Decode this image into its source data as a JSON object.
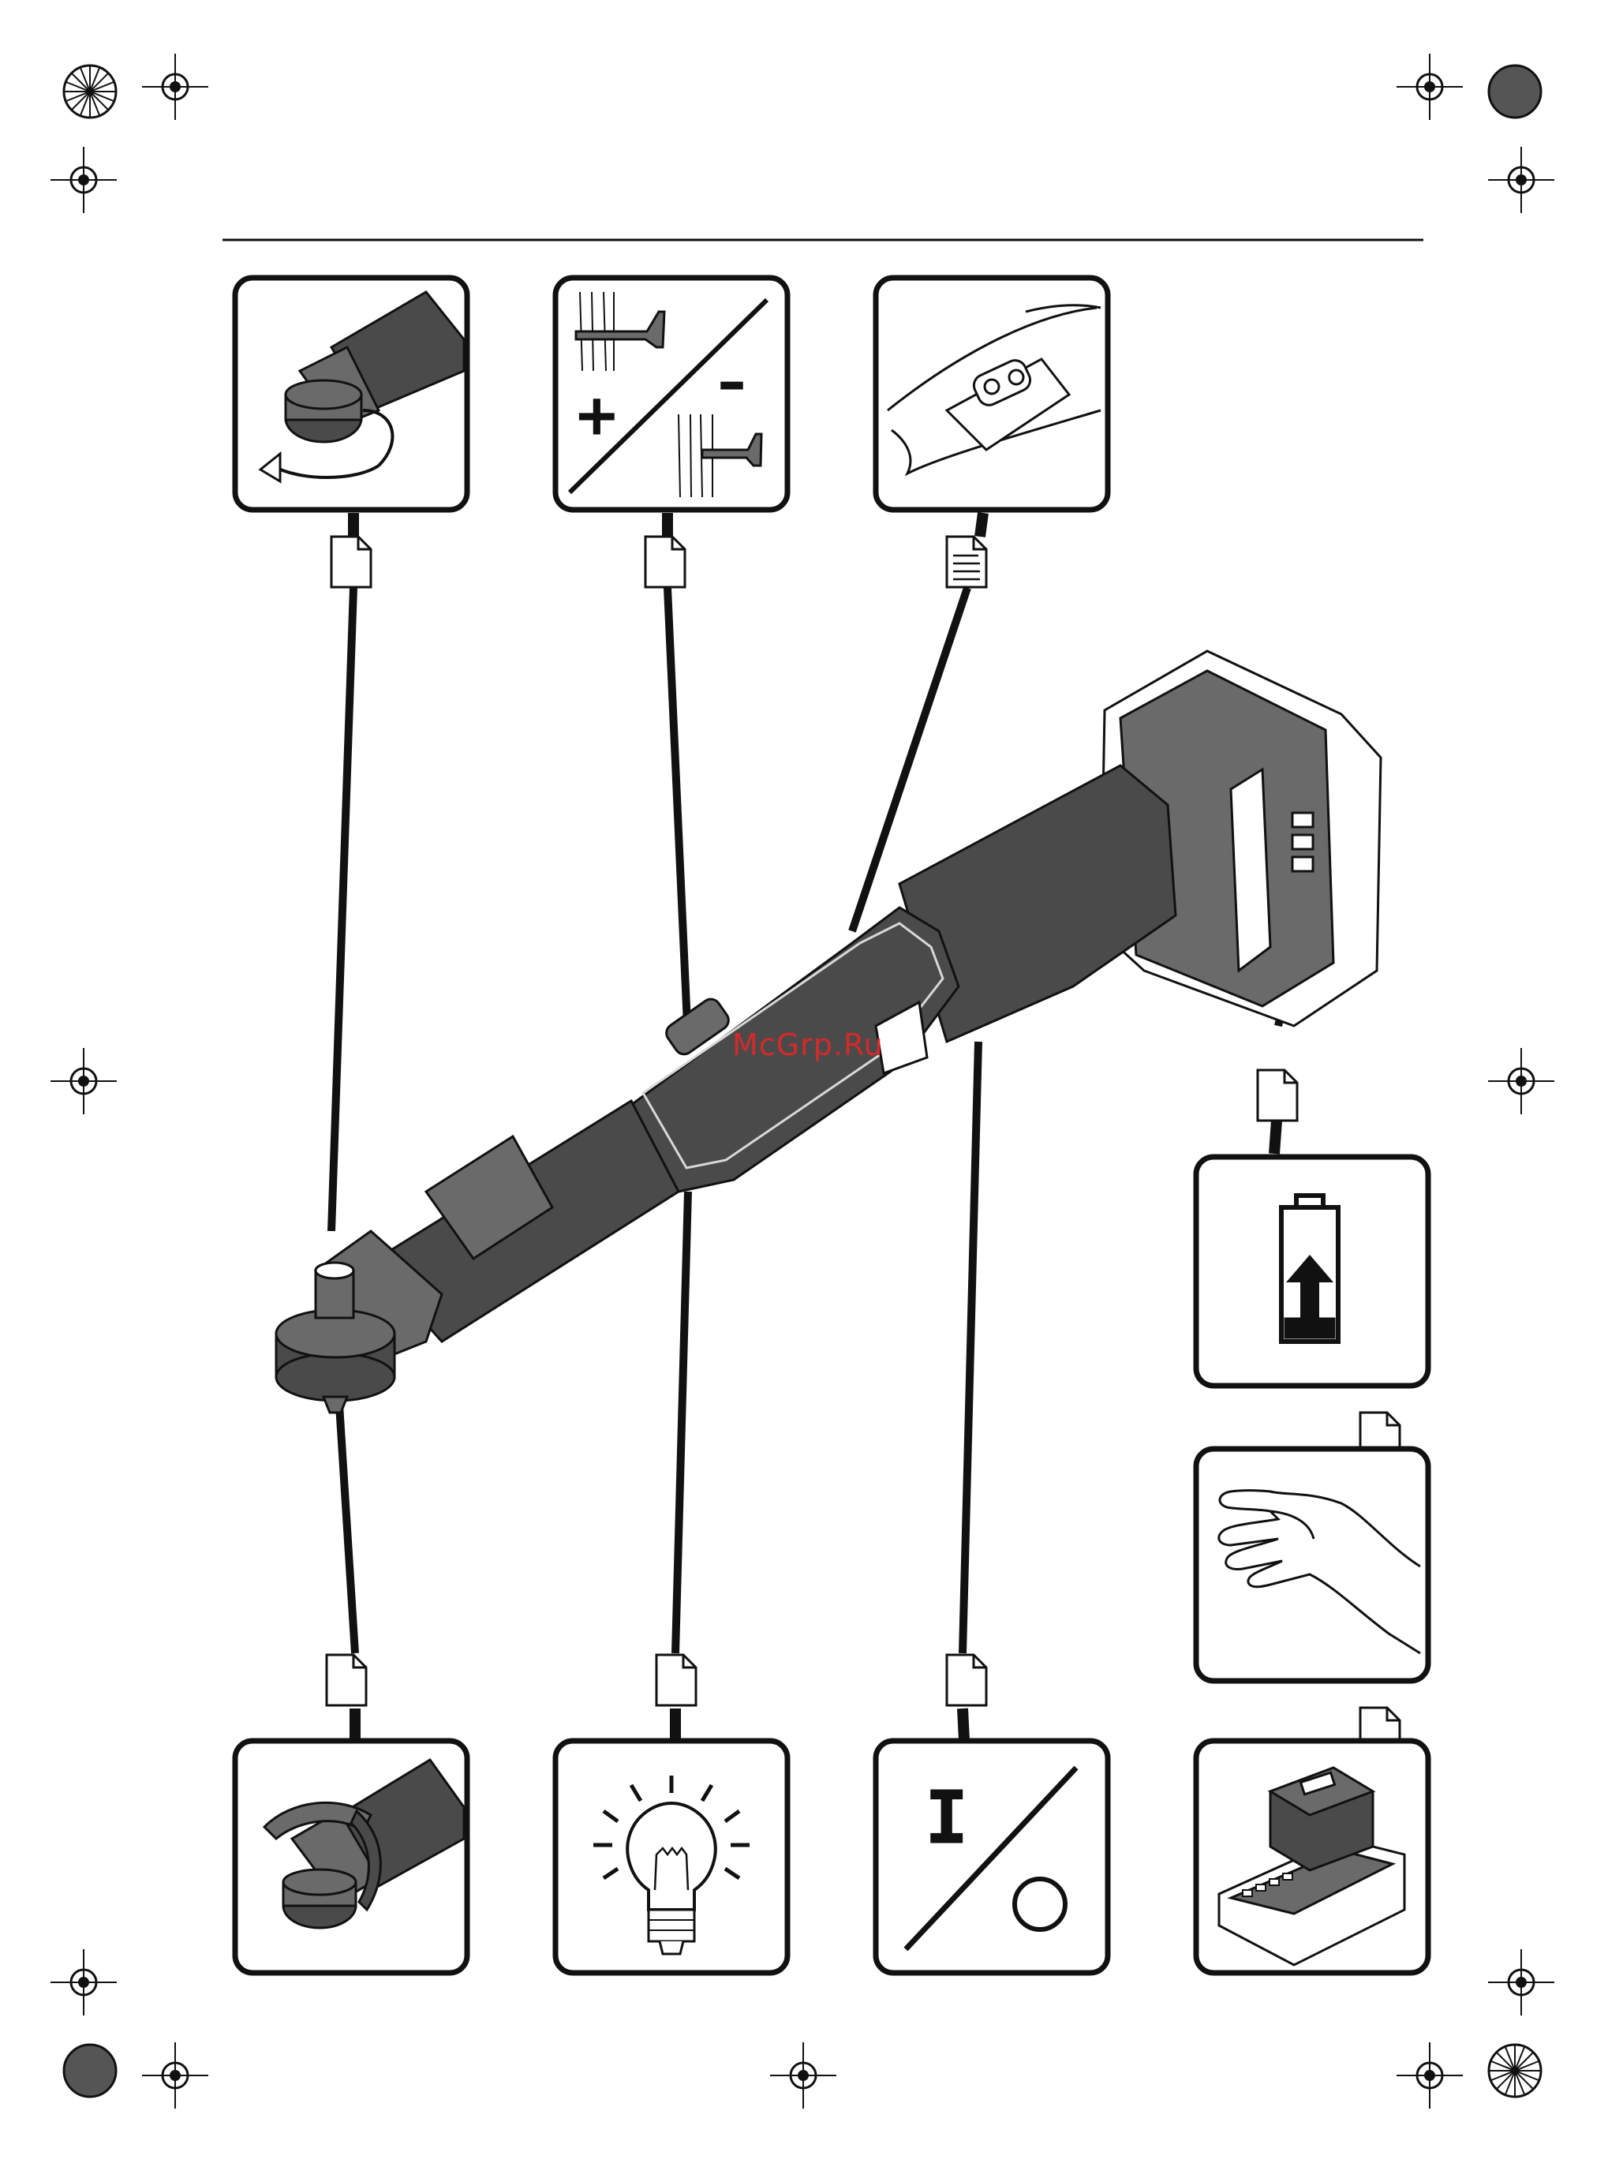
{
  "watermark": "McGrp.Ru",
  "figure": {
    "panels": [
      {
        "name": "rotate-head-panel",
        "position": "top-1",
        "icon": "rotating-head-icon"
      },
      {
        "name": "direction-panel",
        "position": "top-2",
        "icon": "screw-direction-icon",
        "plus_label": "+",
        "minus_label": "–"
      },
      {
        "name": "switch-slot-panel",
        "position": "top-3",
        "icon": "switch-slot-icon"
      },
      {
        "name": "battery-panel",
        "position": "right-1",
        "icon": "battery-insert-icon"
      },
      {
        "name": "hand-panel",
        "position": "right-2",
        "icon": "hand-icon"
      },
      {
        "name": "charger-panel",
        "position": "right-3",
        "icon": "charger-icon"
      },
      {
        "name": "head-adjust-panel",
        "position": "bottom-1",
        "icon": "head-adjust-icon"
      },
      {
        "name": "lamp-panel",
        "position": "bottom-2",
        "icon": "light-bulb-icon"
      },
      {
        "name": "on-off-panel",
        "position": "bottom-3",
        "icon": "on-off-icon",
        "on_label": "I"
      }
    ],
    "document_icons": [
      "document-icon",
      "document-text-icon"
    ],
    "tool": "angle-screwdriver-icon",
    "colors": {
      "ink": "#111111",
      "tool_body": "#4a4a4a",
      "tool_light": "#6a6a6a",
      "watermark": "#d42a2a"
    }
  }
}
